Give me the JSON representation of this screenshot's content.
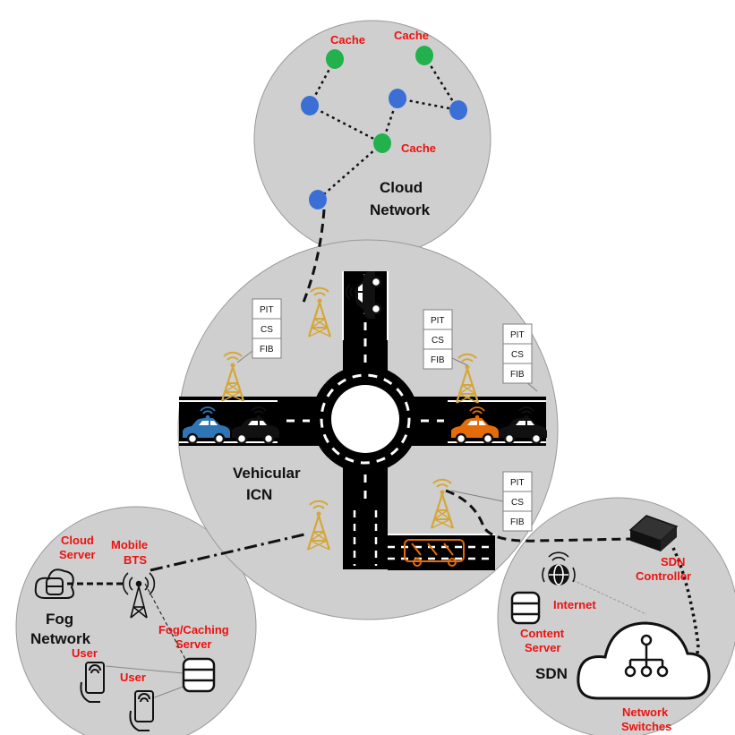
{
  "cloud": {
    "title_line1": "Cloud",
    "title_line2": "Network",
    "cache_labels": [
      "Cache",
      "Cache",
      "Cache"
    ]
  },
  "icn": {
    "title_line1": "Vehicular",
    "title_line2": "ICN",
    "table_rows": [
      "PIT",
      "CS",
      "FIB"
    ]
  },
  "fog": {
    "title_line1": "Fog",
    "title_line2": "Network",
    "cloud_server": [
      "Cloud",
      "Server"
    ],
    "mobile_bts": [
      "Mobile",
      "BTS"
    ],
    "fog_server": [
      "Fog/Caching",
      "Server"
    ],
    "user_labels": [
      "User",
      "User"
    ]
  },
  "sdn": {
    "title": "SDN",
    "controller": [
      "SDN",
      "Controller"
    ],
    "internet": "Internet",
    "content_server": [
      "Content",
      "Server"
    ],
    "switches": [
      "Network",
      "Switches"
    ]
  },
  "colors": {
    "circle_fill": "#d0cfcf",
    "cache_node": "#22b14c",
    "plain_node": "#3b6fd6",
    "label_red": "#ee1111",
    "tower": "#d4a73a",
    "car_blue": "#2e75b6",
    "car_orange": "#e46c0a"
  },
  "icons": [
    "tower-icon",
    "car-icon",
    "bus-icon",
    "database-icon",
    "cloud-server-icon",
    "phone-icon",
    "globe-icon",
    "router-icon",
    "cloud-icon"
  ]
}
